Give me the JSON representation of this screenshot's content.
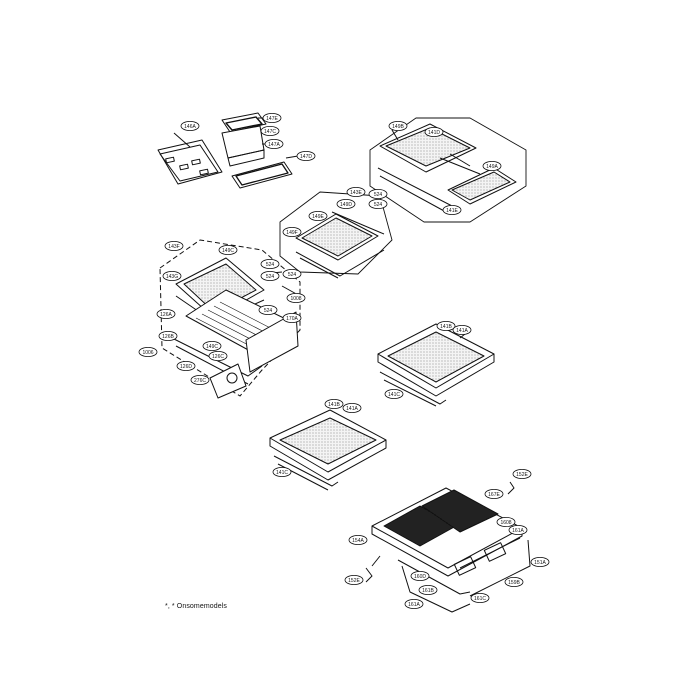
{
  "footnote": "*, * Onsomemodels",
  "callouts": {
    "top_left": [
      "146A",
      "147E",
      "147C",
      "147A",
      "147D"
    ],
    "top_right": [
      "149B",
      "141D",
      "149A",
      "524",
      "141E"
    ],
    "middle_shelf": [
      "143E",
      "149D",
      "149E",
      "149F",
      "524",
      "524"
    ],
    "left_cabinet": [
      "143F",
      "149C",
      "143G",
      "524",
      "524",
      "1008",
      "126A",
      "170A",
      "524",
      "1006",
      "126B",
      "126C",
      "149C",
      "276C",
      "126D"
    ],
    "right_shelf": [
      "141B",
      "141A",
      "141C"
    ],
    "lower_shelf": [
      "141B",
      "141A",
      "141C"
    ],
    "crisper": [
      "152E",
      "167E",
      "1608",
      "161A",
      "154A",
      "151A",
      "159B",
      "160D",
      "161B",
      "161C",
      "161A",
      "152E"
    ]
  }
}
